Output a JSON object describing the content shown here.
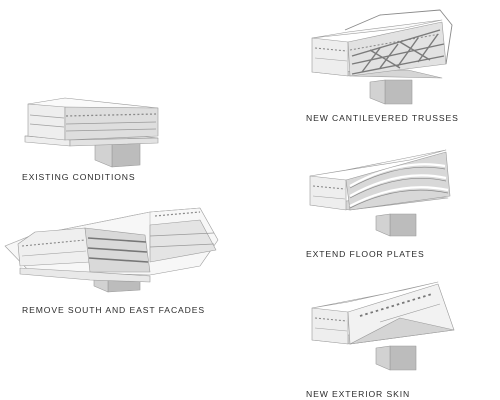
{
  "steps": [
    {
      "label": "EXISTING CONDITIONS"
    },
    {
      "label": "REMOVE SOUTH AND EAST FACADES"
    },
    {
      "label": "NEW CANTILEVERED TRUSSES"
    },
    {
      "label": "EXTEND FLOOR PLATES"
    },
    {
      "label": "NEW EXTERIOR SKIN"
    }
  ]
}
